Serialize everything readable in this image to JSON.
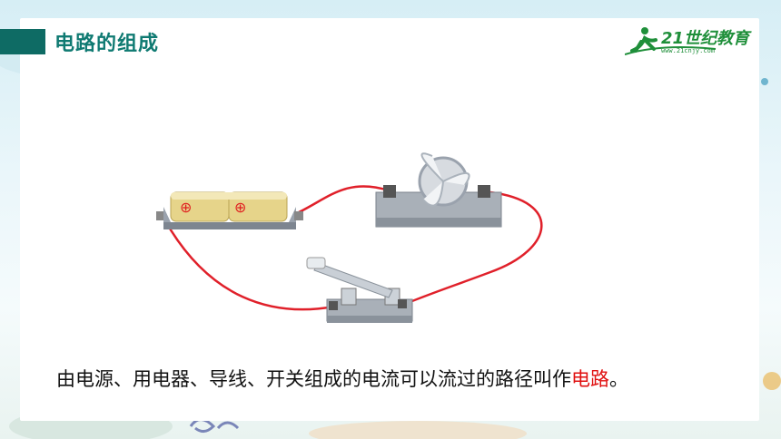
{
  "header": {
    "title": "电路的组成"
  },
  "logo": {
    "brand": "21世纪教育",
    "url": "www.21cnjy.com"
  },
  "caption": {
    "text": "由电源、用电器、导线、开关组成的电流可以流过的路径叫作",
    "highlight": "电路",
    "end": "。"
  },
  "colors": {
    "accent": "#0e6b64",
    "wire": "#e0202a",
    "highlight": "#e01010"
  },
  "components": {
    "battery": {
      "terminal_symbol": "⊕"
    }
  }
}
